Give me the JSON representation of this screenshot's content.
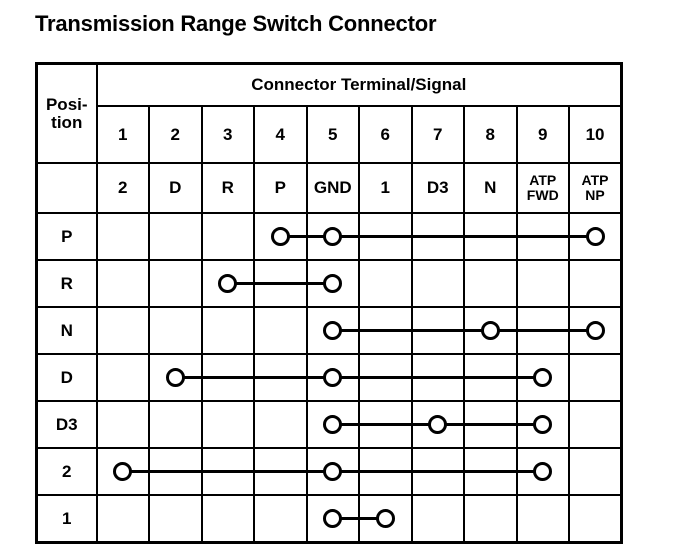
{
  "page": {
    "title": "Transmission Range Switch Connector",
    "background_color": "#ffffff",
    "ink_color": "#000000"
  },
  "table": {
    "group_header": "Connector Terminal/Signal",
    "position_header_line1": "Posi-",
    "position_header_line2": "tion",
    "terminal_numbers": [
      "1",
      "2",
      "3",
      "4",
      "5",
      "6",
      "7",
      "8",
      "9",
      "10"
    ],
    "signals": [
      {
        "text": "2",
        "lines": [
          "2"
        ]
      },
      {
        "text": "D",
        "lines": [
          "D"
        ]
      },
      {
        "text": "R",
        "lines": [
          "R"
        ]
      },
      {
        "text": "P",
        "lines": [
          "P"
        ]
      },
      {
        "text": "GND",
        "lines": [
          "GND"
        ]
      },
      {
        "text": "1",
        "lines": [
          "1"
        ]
      },
      {
        "text": "D3",
        "lines": [
          "D3"
        ]
      },
      {
        "text": "N",
        "lines": [
          "N"
        ]
      },
      {
        "text": "ATP FWD",
        "lines": [
          "ATP",
          "FWD"
        ]
      },
      {
        "text": "ATP NP",
        "lines": [
          "ATP",
          "NP"
        ]
      }
    ],
    "rows": [
      {
        "position": "P",
        "terminals": [
          4,
          5,
          10
        ]
      },
      {
        "position": "R",
        "terminals": [
          3,
          5
        ]
      },
      {
        "position": "N",
        "terminals": [
          5,
          8,
          10
        ]
      },
      {
        "position": "D",
        "terminals": [
          2,
          5,
          9
        ]
      },
      {
        "position": "D3",
        "terminals": [
          5,
          7,
          9
        ]
      },
      {
        "position": "2",
        "terminals": [
          1,
          5,
          9
        ]
      },
      {
        "position": "1",
        "terminals": [
          5,
          6
        ]
      }
    ]
  },
  "chart_data": {
    "type": "table",
    "title": "Transmission Range Switch Connector",
    "xlabel": "Connector Terminal/Signal",
    "ylabel": "Position",
    "categories": [
      "1",
      "2",
      "3",
      "4",
      "5",
      "6",
      "7",
      "8",
      "9",
      "10"
    ],
    "signal_labels": [
      "2",
      "D",
      "R",
      "P",
      "GND",
      "1",
      "D3",
      "N",
      "ATP FWD",
      "ATP NP"
    ],
    "series": [
      {
        "name": "P",
        "values": [
          0,
          0,
          0,
          1,
          1,
          0,
          0,
          0,
          0,
          1
        ]
      },
      {
        "name": "R",
        "values": [
          0,
          0,
          1,
          0,
          1,
          0,
          0,
          0,
          0,
          0
        ]
      },
      {
        "name": "N",
        "values": [
          0,
          0,
          0,
          0,
          1,
          0,
          0,
          1,
          0,
          1
        ]
      },
      {
        "name": "D",
        "values": [
          0,
          1,
          0,
          0,
          1,
          0,
          0,
          0,
          1,
          0
        ]
      },
      {
        "name": "D3",
        "values": [
          0,
          0,
          0,
          0,
          1,
          0,
          1,
          0,
          1,
          0
        ]
      },
      {
        "name": "2",
        "values": [
          1,
          0,
          0,
          0,
          1,
          0,
          0,
          0,
          1,
          0
        ]
      },
      {
        "name": "1",
        "values": [
          0,
          0,
          0,
          0,
          1,
          1,
          0,
          0,
          0,
          0
        ]
      }
    ],
    "grid": true,
    "legend": "none"
  }
}
